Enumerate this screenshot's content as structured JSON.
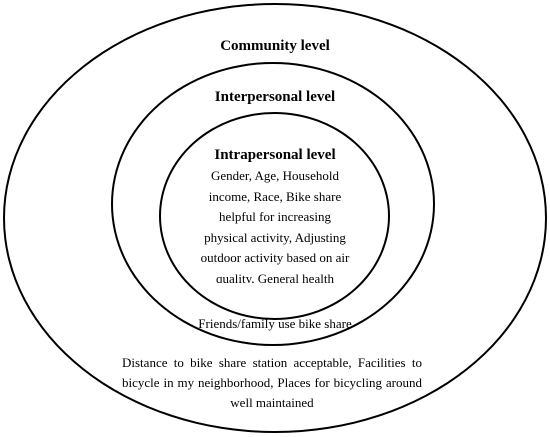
{
  "diagram": {
    "community": {
      "title": "Community level",
      "factors": "Distance to bike share station acceptable, Facilities to bicycle in my neighborhood, Places for bicycling around well maintained"
    },
    "interpersonal": {
      "title": "Interpersonal level",
      "factors": "Friends/family use bike share"
    },
    "intrapersonal": {
      "title": "Intrapersonal level",
      "factors": "Gender, Age, Household income, Race, Bike share helpful for increasing physical activity, Adjusting outdoor activity based on air quality, General health"
    }
  }
}
